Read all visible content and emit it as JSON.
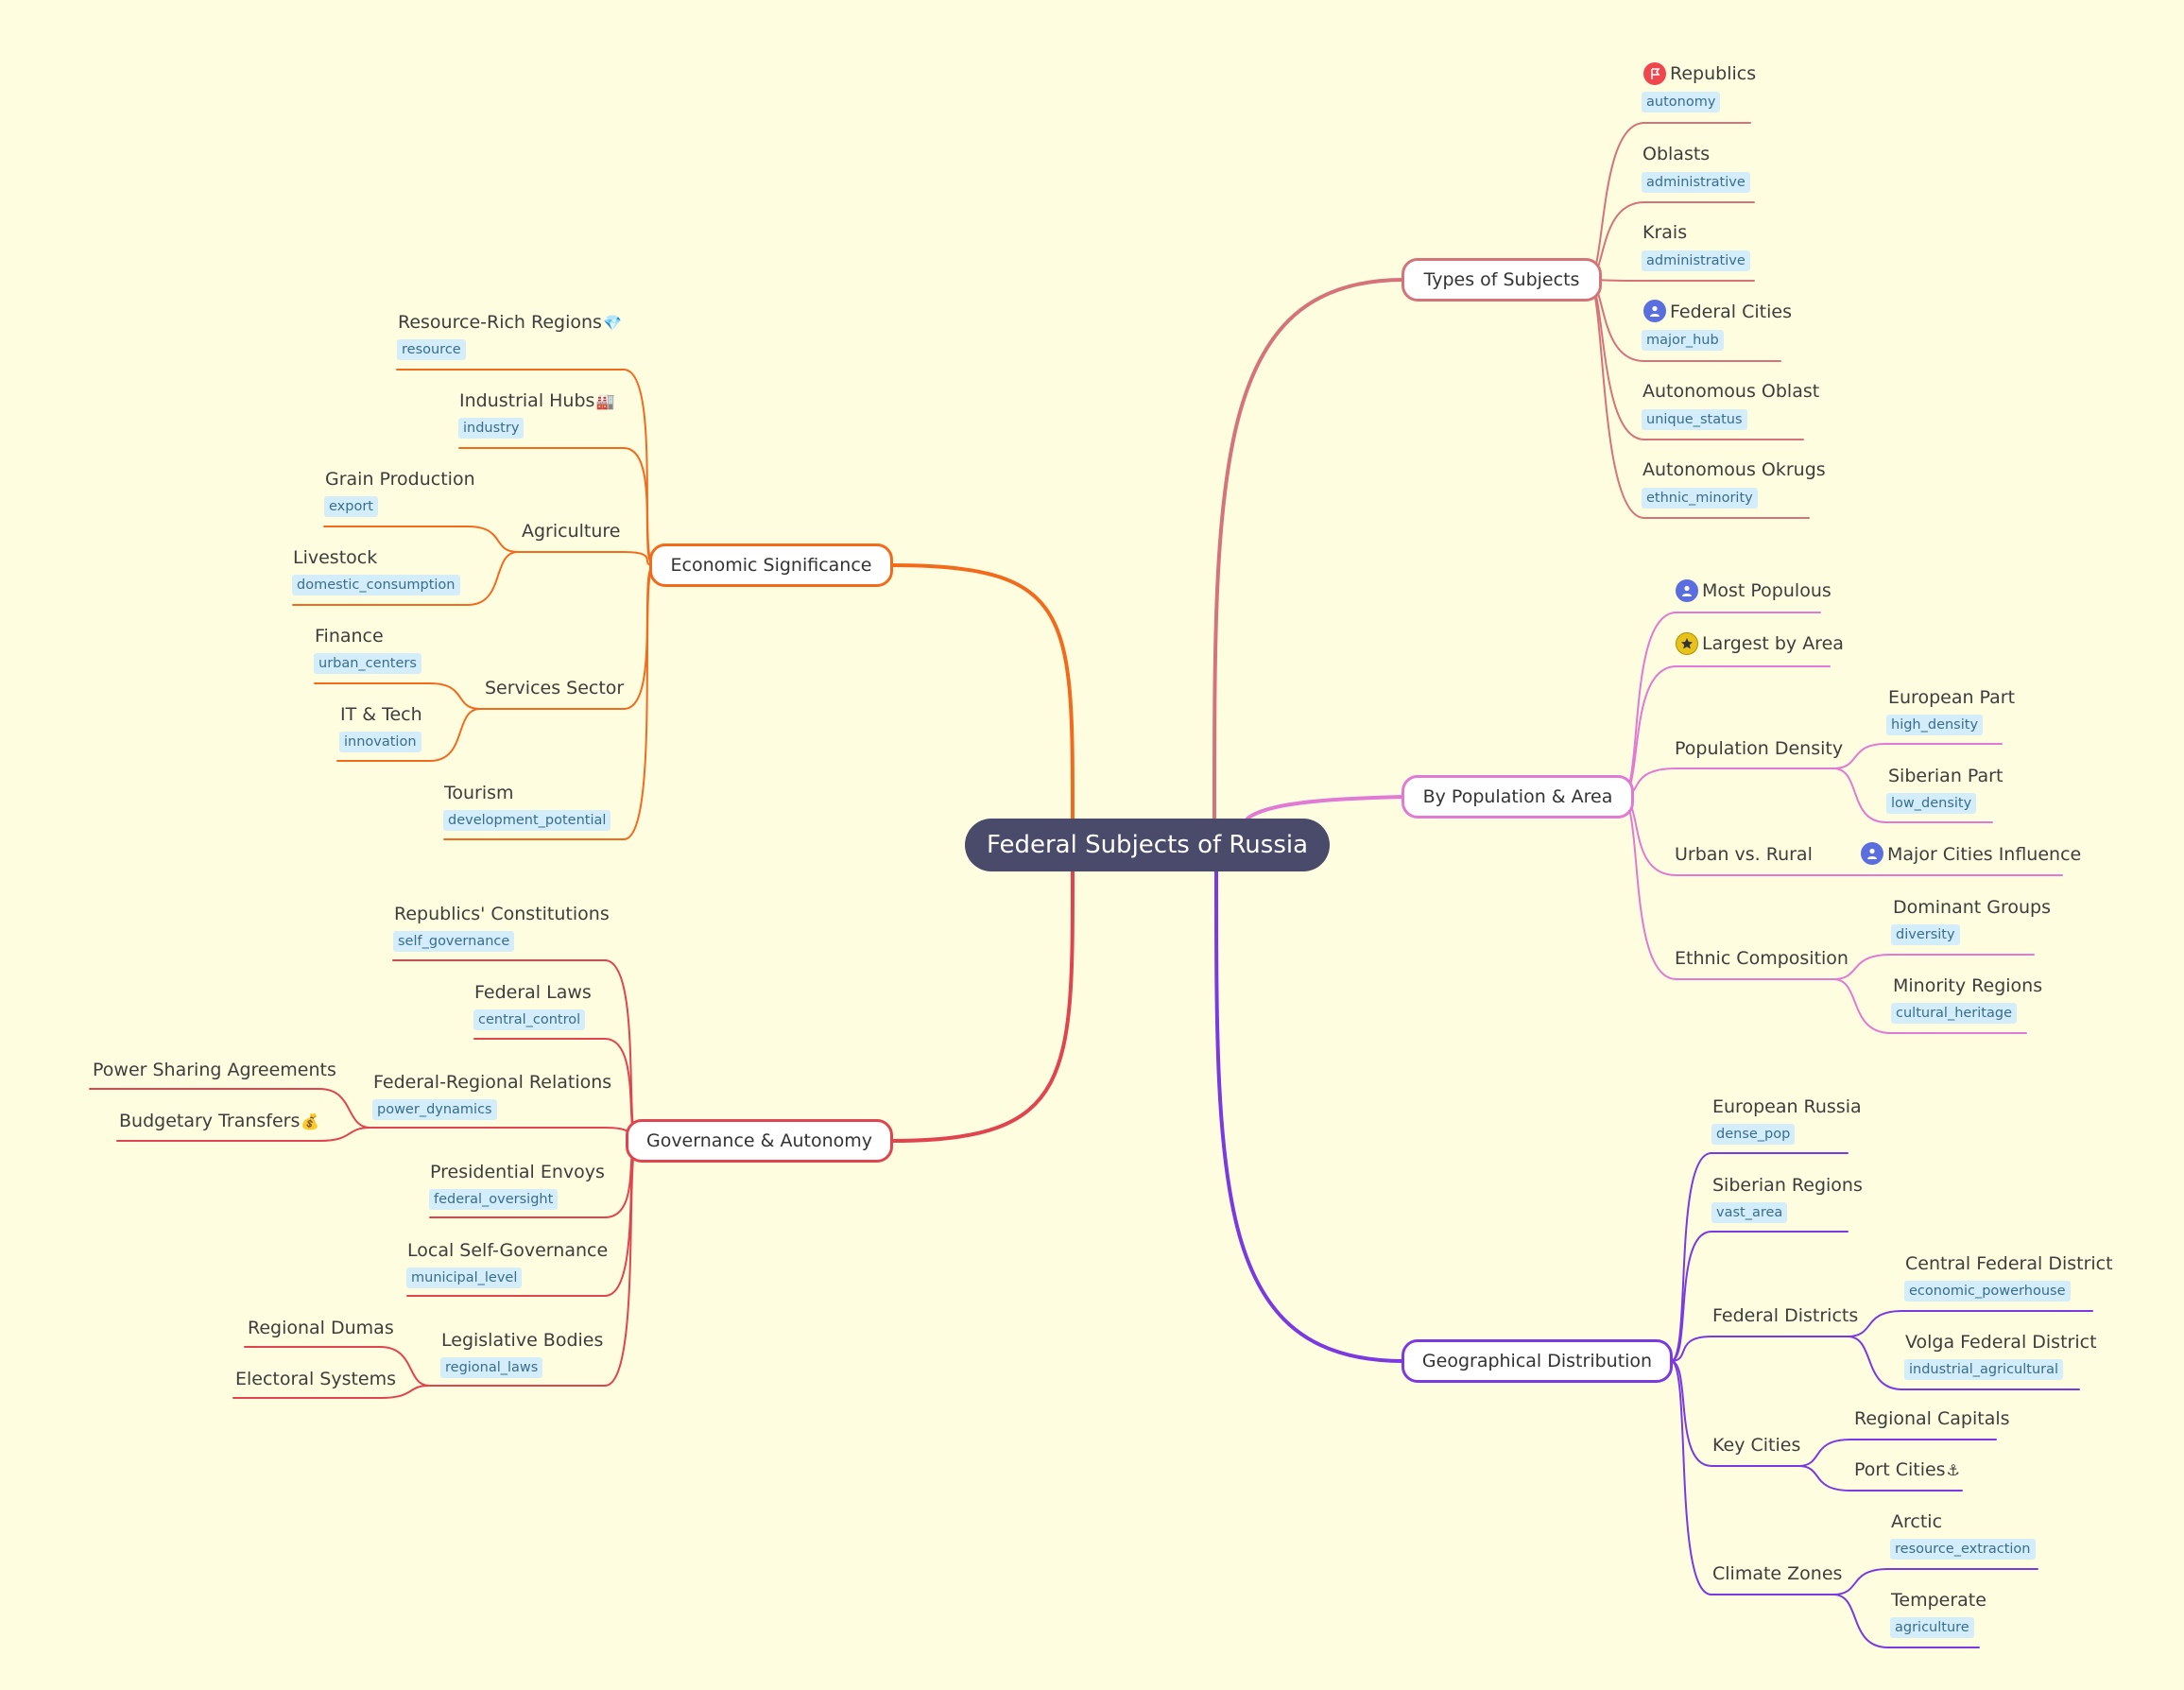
{
  "root": "Federal Subjects of Russia",
  "colors": {
    "background": "#fffde0",
    "root": "#4a4a6a",
    "types": "#d4737a",
    "population": "#e07ad4",
    "geography": "#7a3ae0",
    "economic": "#f26b1d",
    "governance": "#e0454f",
    "tag_bg": "#d3eefa",
    "tag_text": "#3a6d8c"
  },
  "types": {
    "label": "Types of Subjects",
    "items": [
      {
        "label": "Republics",
        "tag": "autonomy",
        "icon": "flag-icon"
      },
      {
        "label": "Oblasts",
        "tag": "administrative"
      },
      {
        "label": "Krais",
        "tag": "administrative"
      },
      {
        "label": "Federal Cities",
        "tag": "major_hub",
        "icon": "person-icon"
      },
      {
        "label": "Autonomous Oblast",
        "tag": "unique_status"
      },
      {
        "label": "Autonomous Okrugs",
        "tag": "ethnic_minority"
      }
    ]
  },
  "population": {
    "label": "By Population & Area",
    "most_populous": "Most Populous",
    "largest": "Largest by Area",
    "density": "Population Density",
    "european_part": "European Part",
    "european_part_tag": "high_density",
    "siberian_part": "Siberian Part",
    "siberian_part_tag": "low_density",
    "urban": "Urban vs. Rural",
    "major_cities": "Major Cities Influence",
    "ethnic": "Ethnic Composition",
    "dominant": "Dominant Groups",
    "dominant_tag": "diversity",
    "minority": "Minority Regions",
    "minority_tag": "cultural_heritage"
  },
  "geography": {
    "label": "Geographical Distribution",
    "european": "European Russia",
    "european_tag": "dense_pop",
    "siberian": "Siberian Regions",
    "siberian_tag": "vast_area",
    "districts": "Federal Districts",
    "central": "Central Federal District",
    "central_tag": "economic_powerhouse",
    "volga": "Volga Federal District",
    "volga_tag": "industrial_agricultural",
    "key_cities": "Key Cities",
    "capitals": "Regional Capitals",
    "ports": "Port Cities",
    "climate": "Climate Zones",
    "arctic": "Arctic",
    "arctic_tag": "resource_extraction",
    "temperate": "Temperate",
    "temperate_tag": "agriculture"
  },
  "economic": {
    "label": "Economic Significance",
    "resource": "Resource-Rich Regions",
    "resource_tag": "resource",
    "industrial": "Industrial Hubs",
    "industrial_tag": "industry",
    "agriculture": "Agriculture",
    "grain": "Grain Production",
    "grain_tag": "export",
    "livestock": "Livestock",
    "livestock_tag": "domestic_consumption",
    "services": "Services Sector",
    "finance": "Finance",
    "finance_tag": "urban_centers",
    "it": "IT & Tech",
    "it_tag": "innovation",
    "tourism": "Tourism",
    "tourism_tag": "development_potential"
  },
  "governance": {
    "label": "Governance & Autonomy",
    "constitutions": "Republics' Constitutions",
    "constitutions_tag": "self_governance",
    "laws": "Federal Laws",
    "laws_tag": "central_control",
    "relations": "Federal-Regional Relations",
    "relations_tag": "power_dynamics",
    "power_sharing": "Power Sharing Agreements",
    "budgetary": "Budgetary Transfers",
    "envoys": "Presidential Envoys",
    "envoys_tag": "federal_oversight",
    "local": "Local Self-Governance",
    "local_tag": "municipal_level",
    "legislative": "Legislative Bodies",
    "legislative_tag": "regional_laws",
    "dumas": "Regional Dumas",
    "electoral": "Electoral Systems"
  }
}
